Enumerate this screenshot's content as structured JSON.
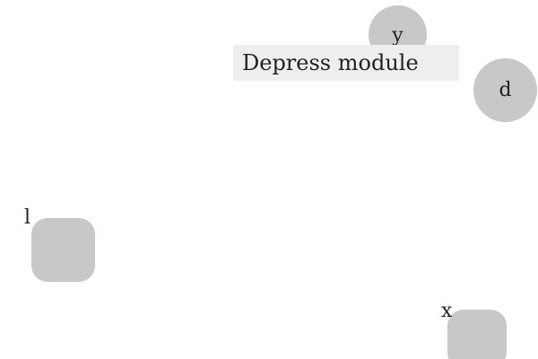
{
  "tooltip": {
    "text": "Depress module"
  },
  "keys": {
    "y": {
      "label": "y",
      "shape": "round"
    },
    "d": {
      "label": "d",
      "shape": "round"
    },
    "l": {
      "label": "l",
      "shape": "rounded-square"
    },
    "x": {
      "label": "x",
      "shape": "rounded-square"
    }
  },
  "colors": {
    "background": "#ffffff",
    "key_fill": "#c8c8c8",
    "tooltip_fill": "#eeeeee",
    "text": "#222222"
  }
}
